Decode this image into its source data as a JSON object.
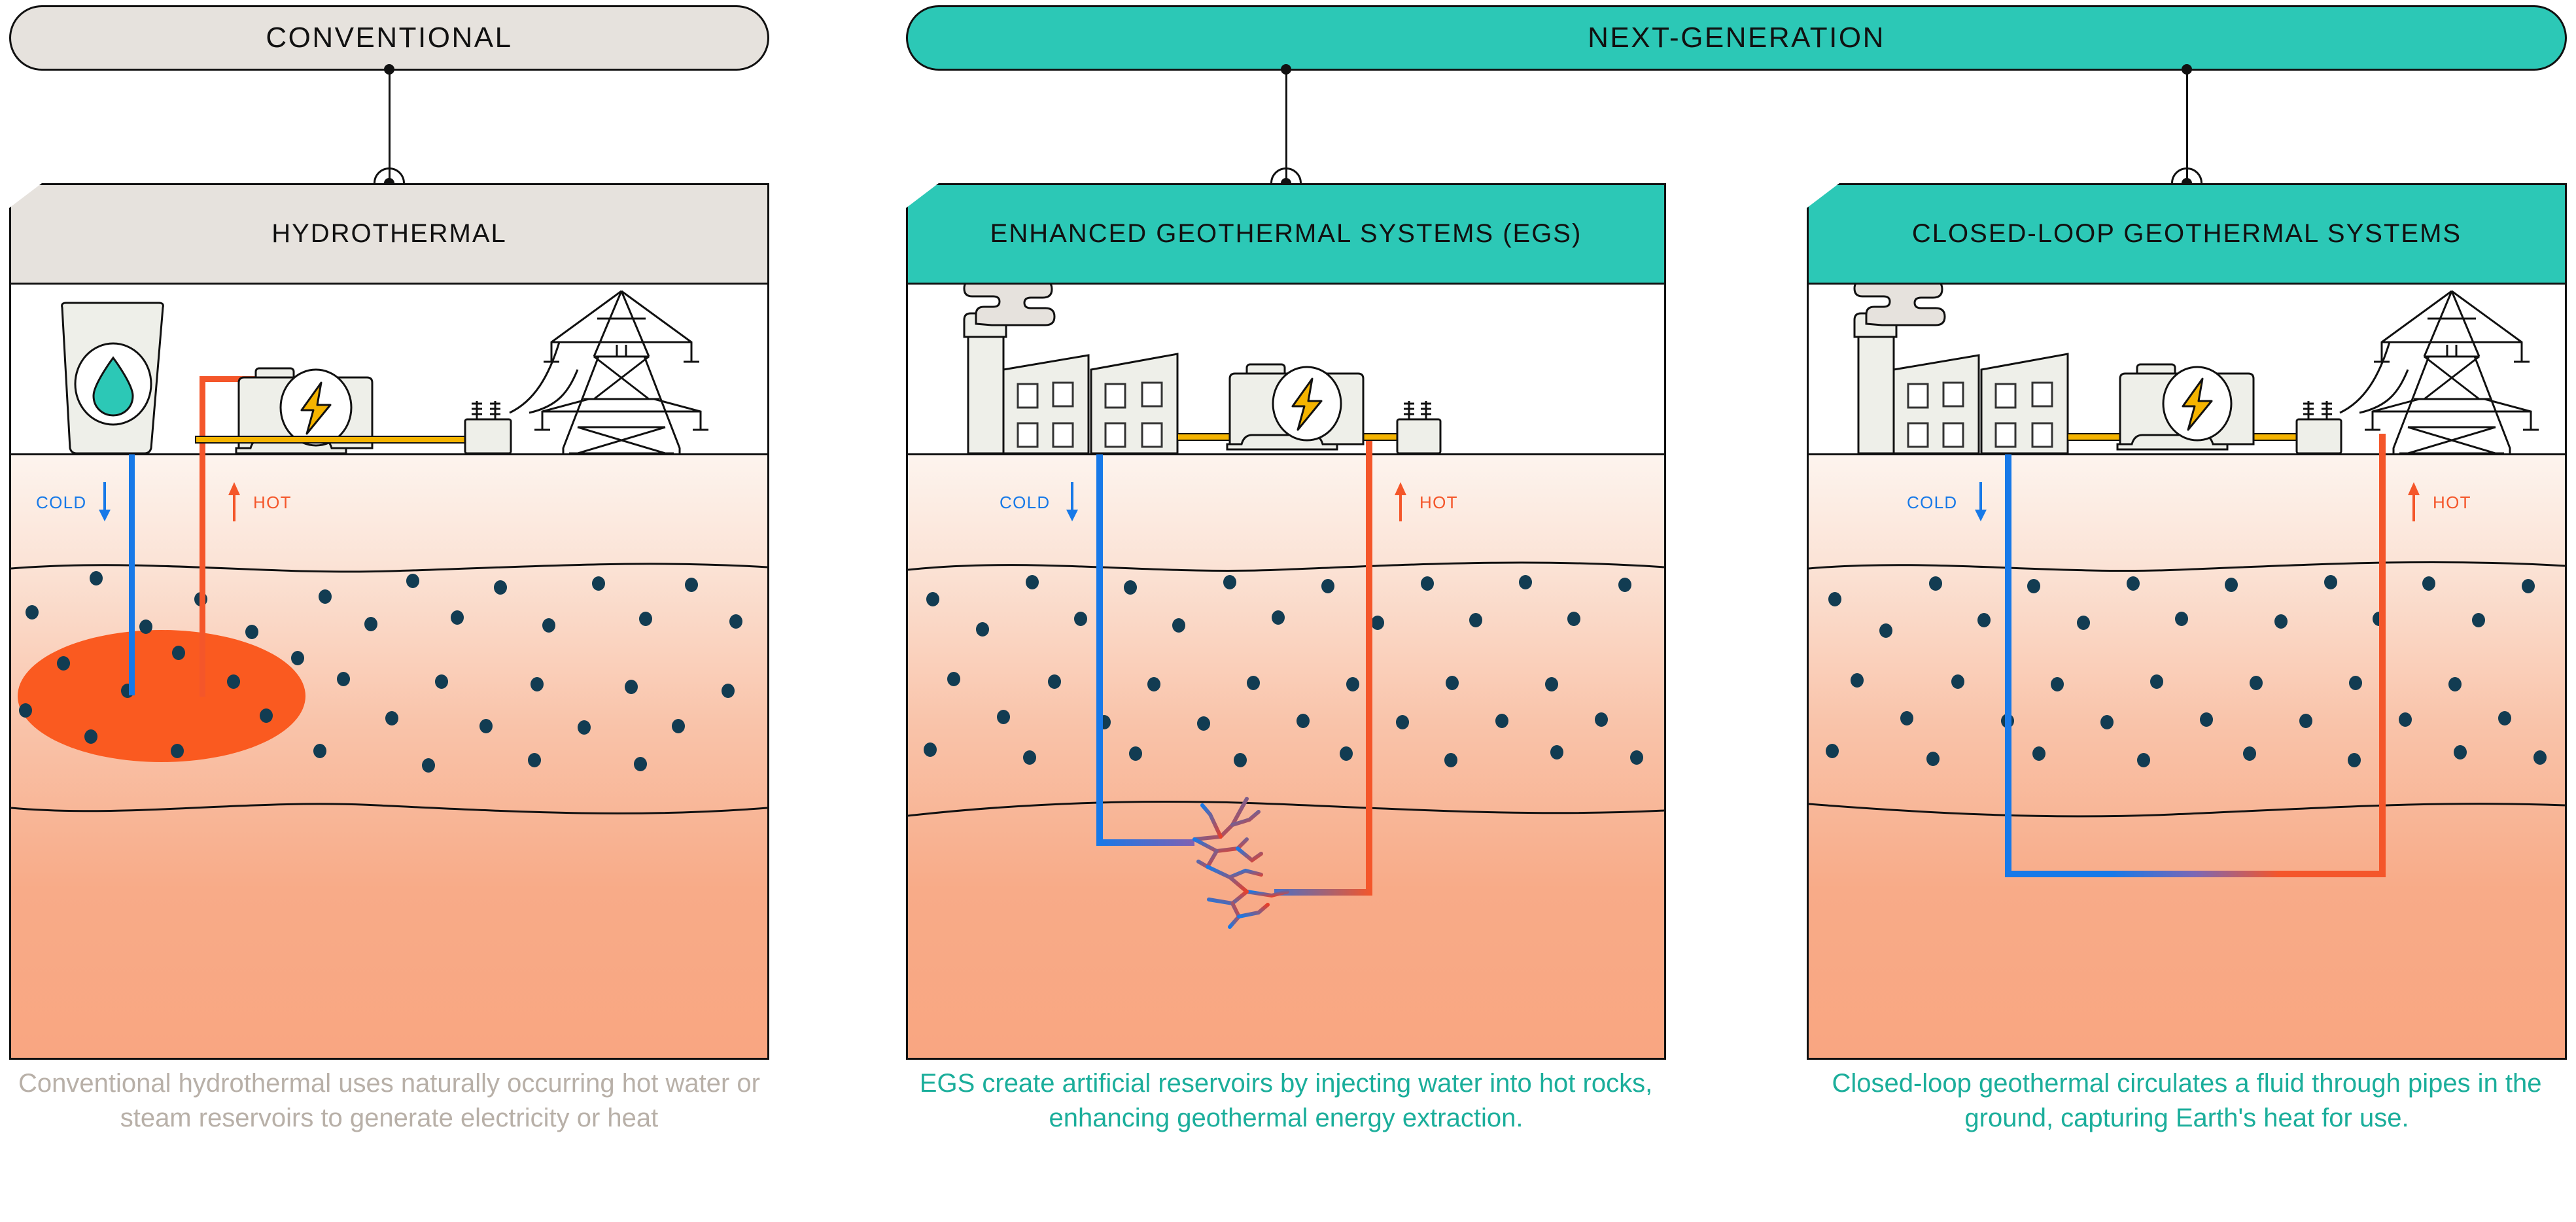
{
  "banners": [
    {
      "id": "conventional",
      "label": "CONVENTIONAL",
      "color": "#e6e2dd"
    },
    {
      "id": "next-generation",
      "label": "NEXT-GENERATION",
      "color": "#2cc8b6"
    }
  ],
  "panels": [
    {
      "id": "hydrothermal",
      "header_label": "HYDROTHERMAL",
      "header_color": "#e6e2dd",
      "caption": "Conventional hydrothermal uses naturally occurring hot water or steam reservoirs to generate electricity or heat",
      "caption_color": "#b8b0a8",
      "cold_label": "COLD",
      "hot_label": "HOT",
      "plant_type": "cooling-tower",
      "plant_icon": "water-drop-icon",
      "generator_icon": "lightning-bolt-icon",
      "subsurface_feature": "natural-hot-reservoir"
    },
    {
      "id": "egs",
      "header_label": "ENHANCED GEOTHERMAL SYSTEMS (EGS)",
      "header_color": "#2cc8b6",
      "caption": "EGS create artificial reservoirs by injecting water into hot rocks, enhancing geothermal energy extraction.",
      "caption_color": "#1bae9b",
      "cold_label": "COLD",
      "hot_label": "HOT",
      "plant_type": "factory",
      "plant_icon": "smokestack-icon",
      "generator_icon": "lightning-bolt-icon",
      "subsurface_feature": "fracture-network"
    },
    {
      "id": "closed-loop",
      "header_label": "CLOSED-LOOP GEOTHERMAL SYSTEMS",
      "header_color": "#2cc8b6",
      "caption": "Closed-loop geothermal circulates a fluid through pipes in the ground, capturing Earth's heat for use.",
      "caption_color": "#1bae9b",
      "cold_label": "COLD",
      "hot_label": "HOT",
      "plant_type": "factory",
      "plant_icon": "smokestack-icon",
      "generator_icon": "lightning-bolt-icon",
      "subsurface_feature": "closed-loop-u-pipe"
    }
  ],
  "colors": {
    "cold_pipe": "#1779e8",
    "hot_pipe": "#f4562a",
    "teal": "#2cc8b6",
    "grey": "#e6e2dd",
    "reservoir": "#fa5a20",
    "rock_dot": "#123c52",
    "power_line": "#f5b400",
    "outline": "#111111",
    "building_fill": "#eeefe9"
  }
}
